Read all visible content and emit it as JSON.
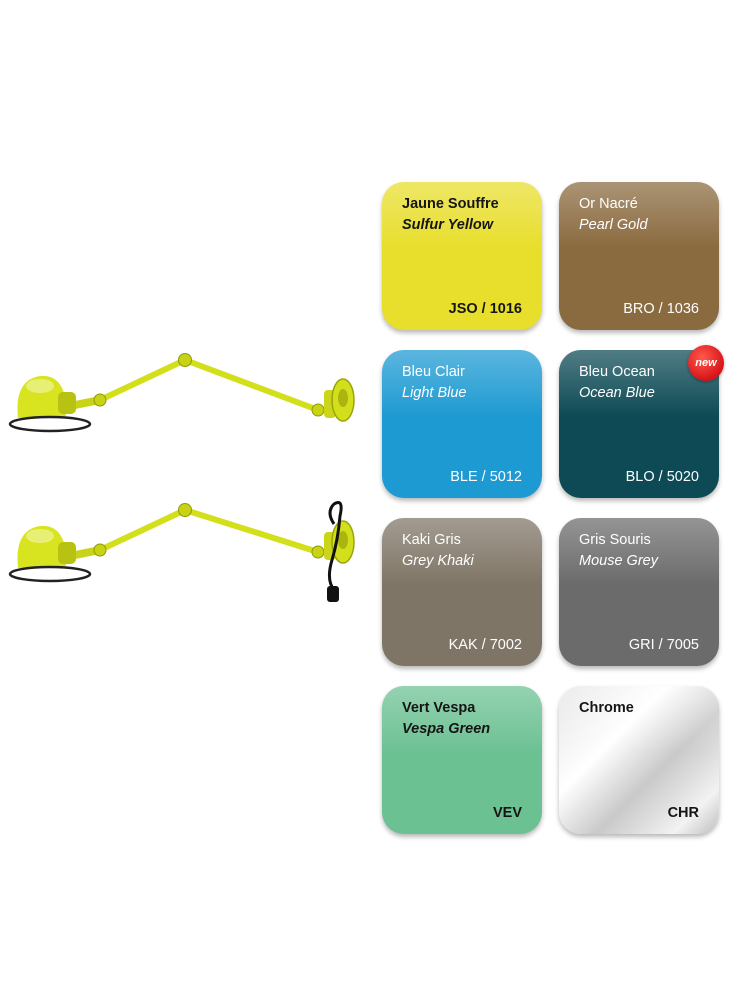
{
  "swatches": [
    {
      "french": "Jaune Souffre",
      "english": "Sulfur Yellow",
      "code": "JSO / 1016",
      "color": "#e8de2c"
    },
    {
      "french": "Or Nacré",
      "english": "Pearl Gold",
      "code": "BRO / 1036",
      "color": "#8a6a3f"
    },
    {
      "french": "Bleu Clair",
      "english": "Light Blue",
      "code": "BLE / 5012",
      "color": "#1d9ad2"
    },
    {
      "french": "Bleu Ocean",
      "english": "Ocean Blue",
      "code": "BLO / 5020",
      "color": "#0d4a55",
      "badge": "new"
    },
    {
      "french": "Kaki Gris",
      "english": "Grey Khaki",
      "code": "KAK / 7002",
      "color": "#7f7566"
    },
    {
      "french": "Gris Souris",
      "english": "Mouse Grey",
      "code": "GRI / 7005",
      "color": "#6b6b6b"
    },
    {
      "french": "Vert Vespa",
      "english": "Vespa Green",
      "code": "VEV",
      "color": "#6cc193"
    },
    {
      "french": "Chrome",
      "english": "",
      "code": "CHR",
      "color": "#d9d9d9"
    }
  ],
  "lamp_color": "#d4df1c",
  "lamp_icons": [
    "wall-lamp-icon",
    "wall-lamp-with-plug-icon"
  ]
}
